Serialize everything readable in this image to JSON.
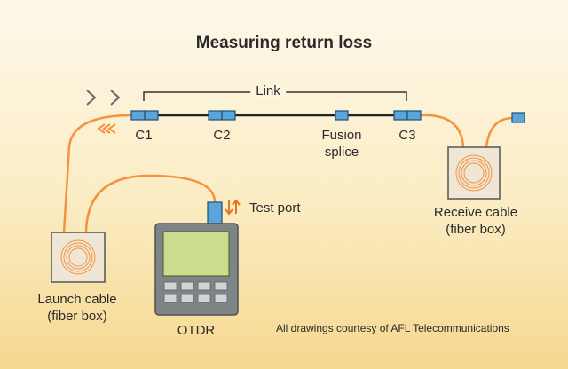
{
  "title": "Measuring return loss",
  "link_label": "Link",
  "connectors": [
    "C1",
    "C2",
    "C3"
  ],
  "fusion_splice": [
    "Fusion",
    "splice"
  ],
  "test_port": "Test port",
  "launch_cable": [
    "Launch cable",
    "(fiber box)"
  ],
  "receive_cable": [
    "Receive cable",
    "(fiber box)"
  ],
  "otdr": "OTDR",
  "credit": "All drawings courtesy of AFL Telecommunications",
  "colors": {
    "fiber": "#f5923e",
    "connector": "#5aa6dc",
    "otdr_screen": "#c9dd8c",
    "otdr_body": "#7f8486"
  }
}
